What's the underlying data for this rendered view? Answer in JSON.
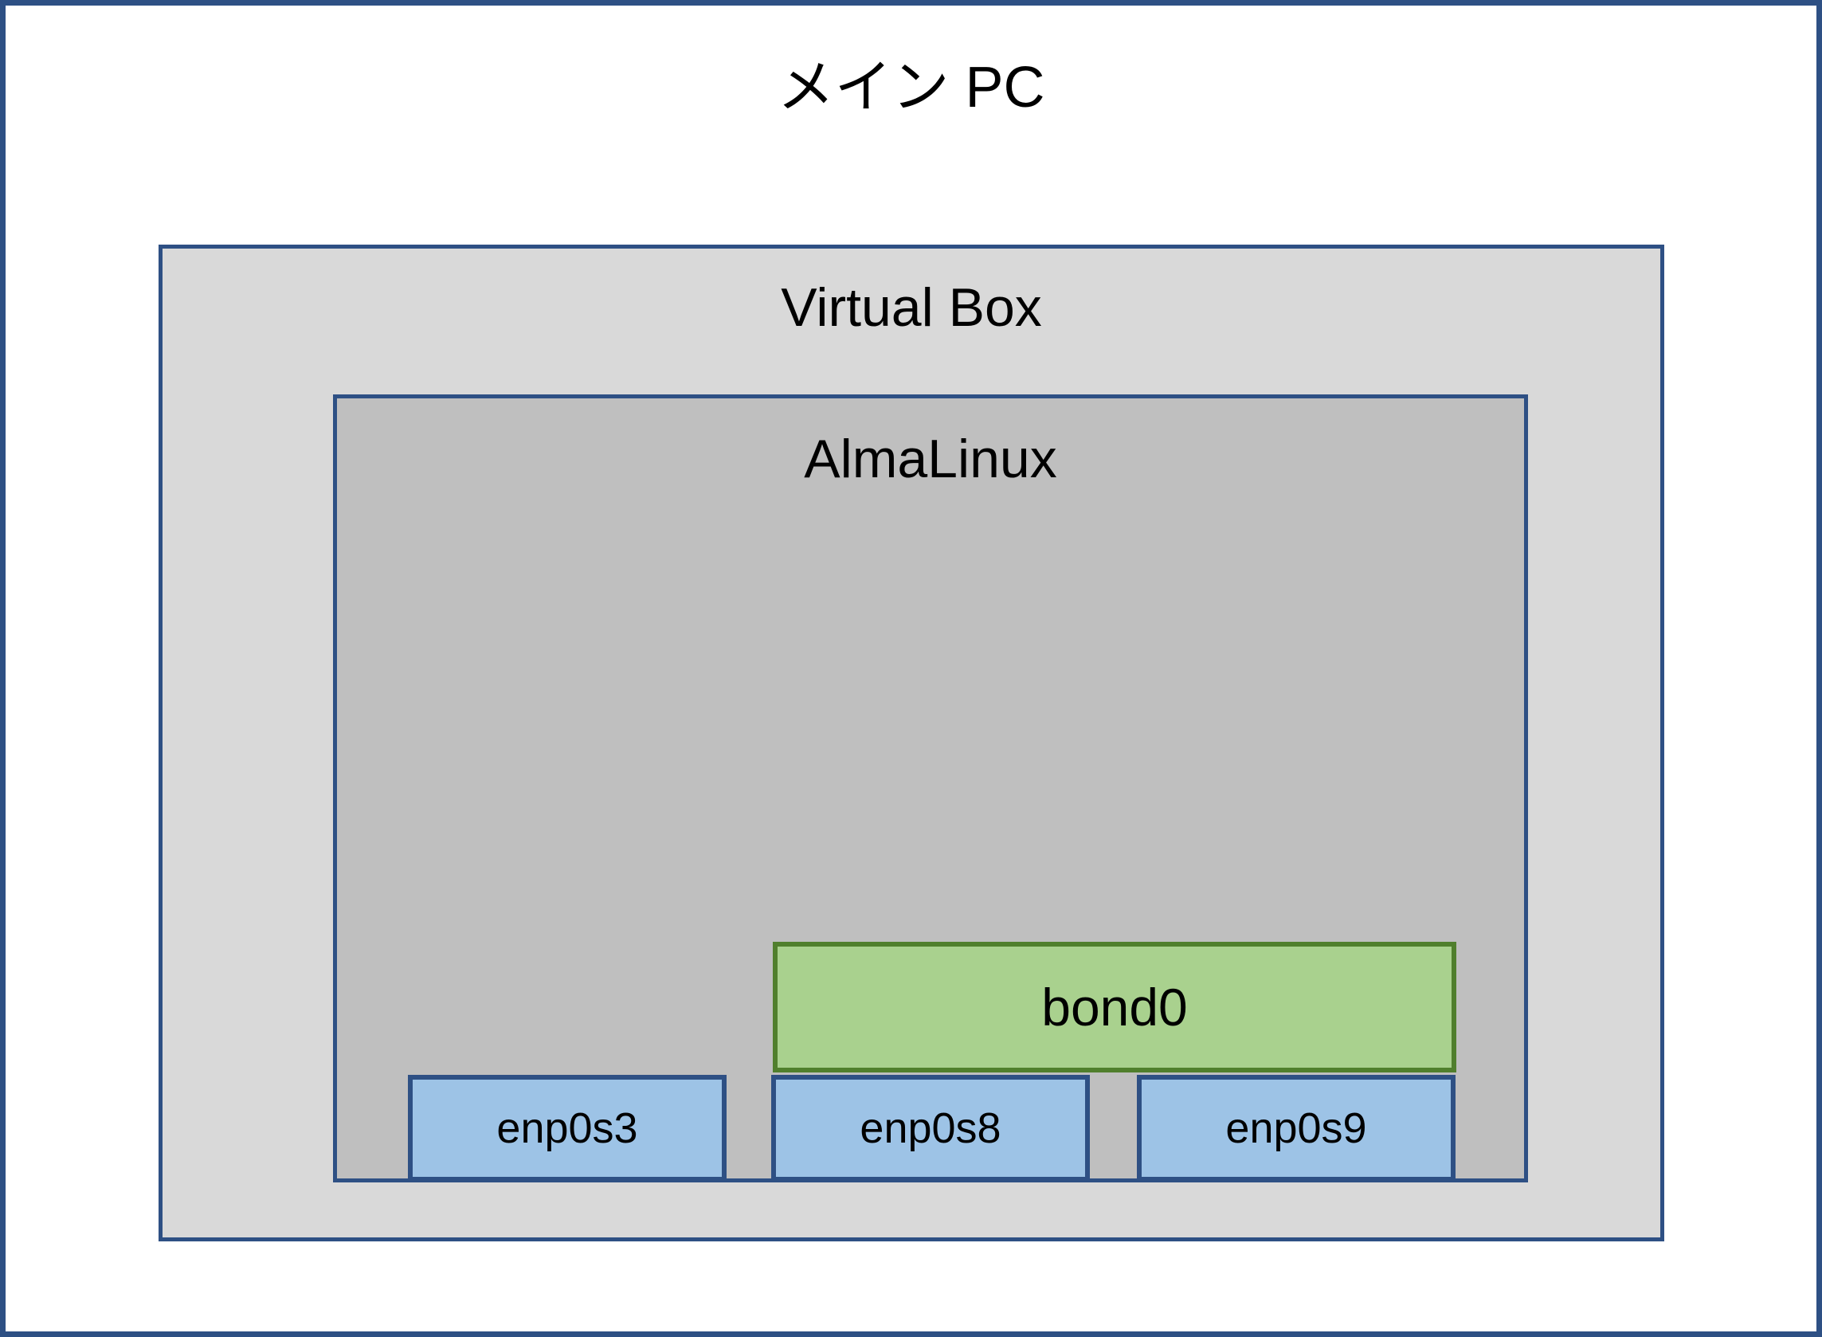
{
  "diagram": {
    "title": "メイン PC",
    "frame_color": "#2E5084"
  },
  "virtualbox": {
    "label": "Virtual Box",
    "fill": "#D9D9D9",
    "border": "#2E5084"
  },
  "almalinux": {
    "label": "AlmaLinux",
    "fill": "#BFBFBF",
    "border": "#2E5084"
  },
  "bond": {
    "label": "bond0",
    "fill": "#A9D18E",
    "border": "#507F2D"
  },
  "interfaces": [
    {
      "label": "enp0s3",
      "fill": "#9DC3E6",
      "border": "#2E5084"
    },
    {
      "label": "enp0s8",
      "fill": "#9DC3E6",
      "border": "#2E5084"
    },
    {
      "label": "enp0s9",
      "fill": "#9DC3E6",
      "border": "#2E5084"
    }
  ]
}
